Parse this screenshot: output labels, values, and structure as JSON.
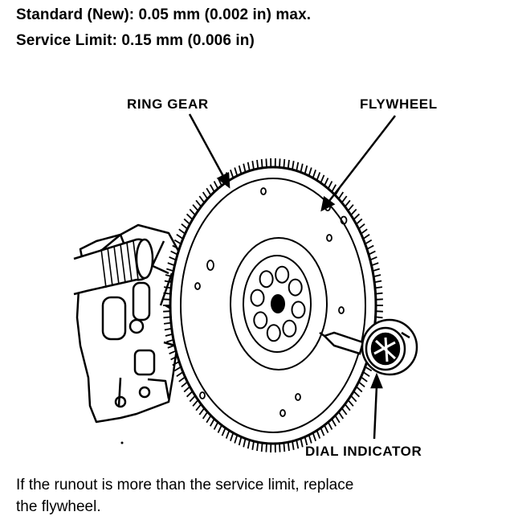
{
  "specs": {
    "standard": "Standard (New): 0.05 mm (0.002 in) max.",
    "service_limit": "Service Limit: 0.15 mm (0.006 in)"
  },
  "labels": {
    "ring_gear": "RING GEAR",
    "flywheel": "FLYWHEEL",
    "dial_indicator": "DIAL INDICATOR"
  },
  "note": {
    "line1": "If the runout is more than the service limit, replace",
    "line2": "the flywheel."
  }
}
